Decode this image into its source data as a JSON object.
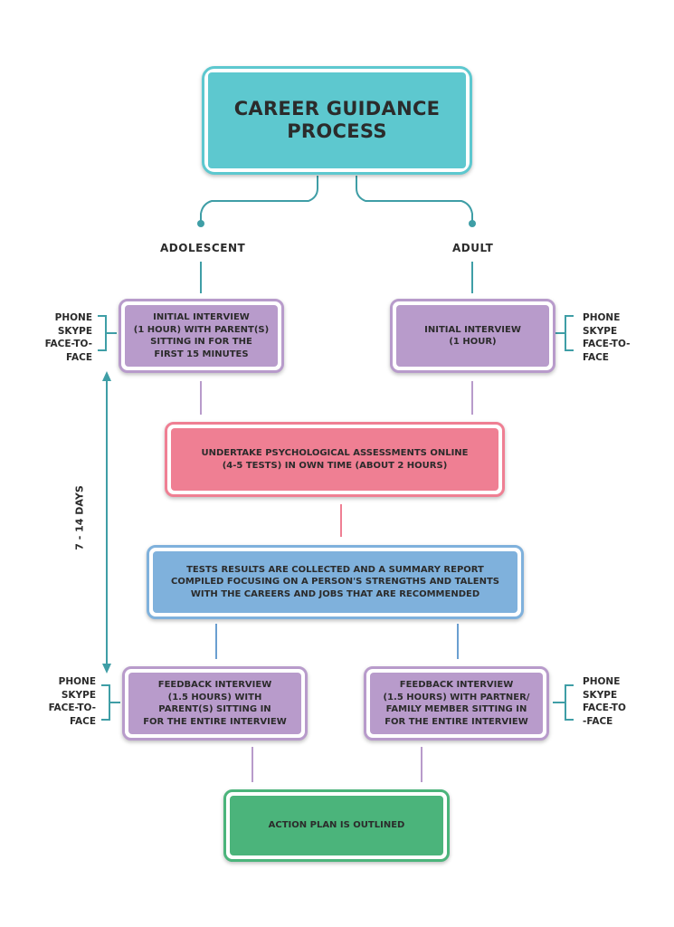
{
  "title": "CAREER GUIDANCE\nPROCESS",
  "branches": {
    "left": "ADOLESCENT",
    "right": "ADULT"
  },
  "boxes": {
    "initial_adolescent": "INITIAL INTERVIEW\n(1 HOUR) WITH PARENT(S)\nSITTING IN FOR THE\nFIRST 15 MINUTES",
    "initial_adult": "INITIAL INTERVIEW\n(1 HOUR)",
    "assessments": "UNDERTAKE PSYCHOLOGICAL ASSESSMENTS ONLINE\n(4-5 TESTS) IN OWN TIME (ABOUT 2 HOURS)",
    "report": "TESTS RESULTS ARE COLLECTED AND A SUMMARY REPORT\nCOMPILED FOCUSING ON A PERSON'S STRENGTHS AND TALENTS\nWITH THE CAREERS AND JOBS THAT ARE RECOMMENDED",
    "feedback_adolescent": "FEEDBACK INTERVIEW\n(1.5 HOURS) WITH\nPARENT(S) SITTING IN\nFOR THE ENTIRE INTERVIEW",
    "feedback_adult": "FEEDBACK INTERVIEW\n(1.5 HOURS) WITH PARTNER/\nFAMILY MEMBER SITTING IN\nFOR THE ENTIRE INTERVIEW",
    "action_plan": "ACTION PLAN IS OUTLINED"
  },
  "media_options": {
    "top_left": "PHONE\nSKYPE\nFACE-TO-\nFACE",
    "top_right": "PHONE\nSKYPE\nFACE-TO-\nFACE",
    "bottom_left": "PHONE\nSKYPE\nFACE-TO-\nFACE",
    "bottom_right": "PHONE\nSKYPE\nFACE-TO\n-FACE"
  },
  "duration": "7 - 14 DAYS",
  "colors": {
    "teal": "#5dc8cf",
    "teal_line": "#3f9ea6",
    "purple": "#b89bcb",
    "purple_border": "#a27bbf",
    "pink": "#ef7f93",
    "pink_border": "#e3667c",
    "blue": "#7fb1dc",
    "blue_border": "#6a9fd0",
    "green": "#4bb47b",
    "green_border": "#3ea56c"
  }
}
